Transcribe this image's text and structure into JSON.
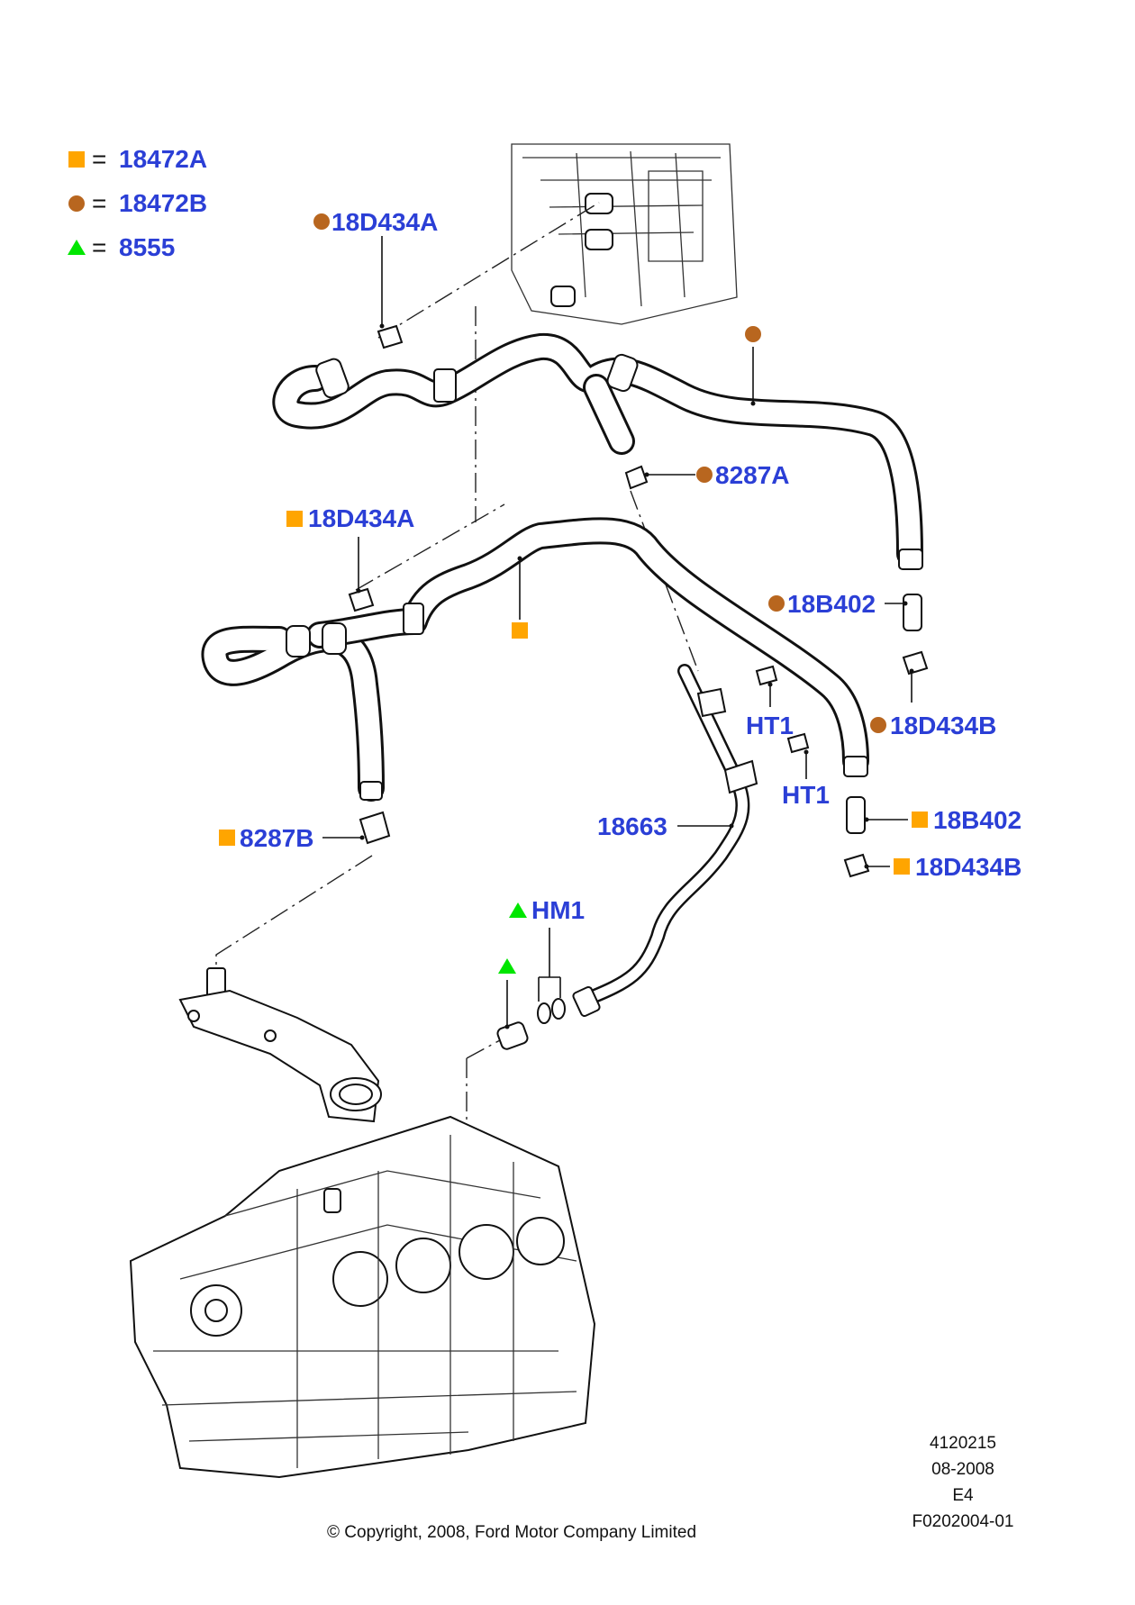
{
  "colors": {
    "label": "#2b3fd6",
    "square": "#ffa500",
    "circle": "#b8661f",
    "triangle": "#00e600"
  },
  "legend": [
    {
      "marker": "square",
      "text": "18472A"
    },
    {
      "marker": "circle",
      "text": "18472B"
    },
    {
      "marker": "triangle",
      "text": "8555"
    }
  ],
  "legend_eq": "=",
  "callouts": {
    "c1": "18D434A",
    "c2": "8287A",
    "c3": "18D434A",
    "c4": "18B402",
    "c5": "18D434B",
    "c6": "HT1",
    "c7": "HT1",
    "c8": "18663",
    "c9": "18B402",
    "c10": "8287B",
    "c11": "18D434B",
    "c12": "HM1"
  },
  "footer": {
    "copyright": "© Copyright, 2008, Ford Motor Company Limited",
    "number": "4120215",
    "date": "08-2008",
    "code": "E4",
    "figure": "F0202004-01"
  }
}
